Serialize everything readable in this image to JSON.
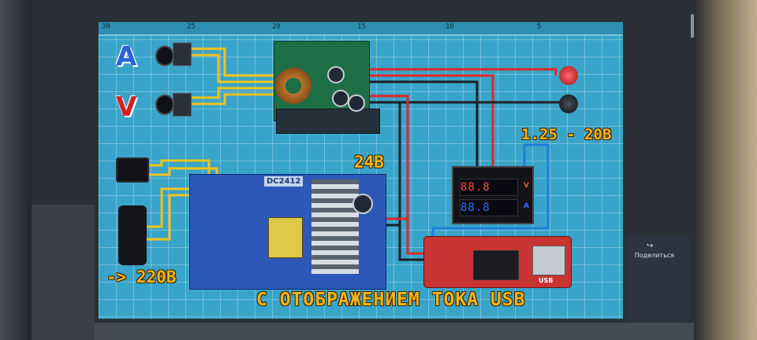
{
  "photo": {
    "letters": {
      "current": "A",
      "voltage": "V"
    },
    "labels": {
      "psu_voltage": "24В",
      "output_range": "1.25 - 20В",
      "mains_input": "-> 220В",
      "caption": "С ОТОБРАЖЕНИЕМ ТОКА USB"
    },
    "module_marking": "DC2412",
    "usb_marking": "USB",
    "ruler_ticks": [
      "30",
      "25",
      "20",
      "15",
      "10",
      "5"
    ],
    "meter": {
      "top_reading": "88.8",
      "bottom_reading": "88.8",
      "unit_top": "V",
      "unit_bottom": "A"
    }
  },
  "screen": {
    "share_label": "Поделиться",
    "share_icon": "share-arrow-icon"
  },
  "colors": {
    "grid_bg": "#39a4c9",
    "label_yellow": "#f6b21a",
    "wire_red": "#e02828",
    "wire_yellow": "#f2c21a",
    "wire_blue": "#1a7fd8"
  }
}
